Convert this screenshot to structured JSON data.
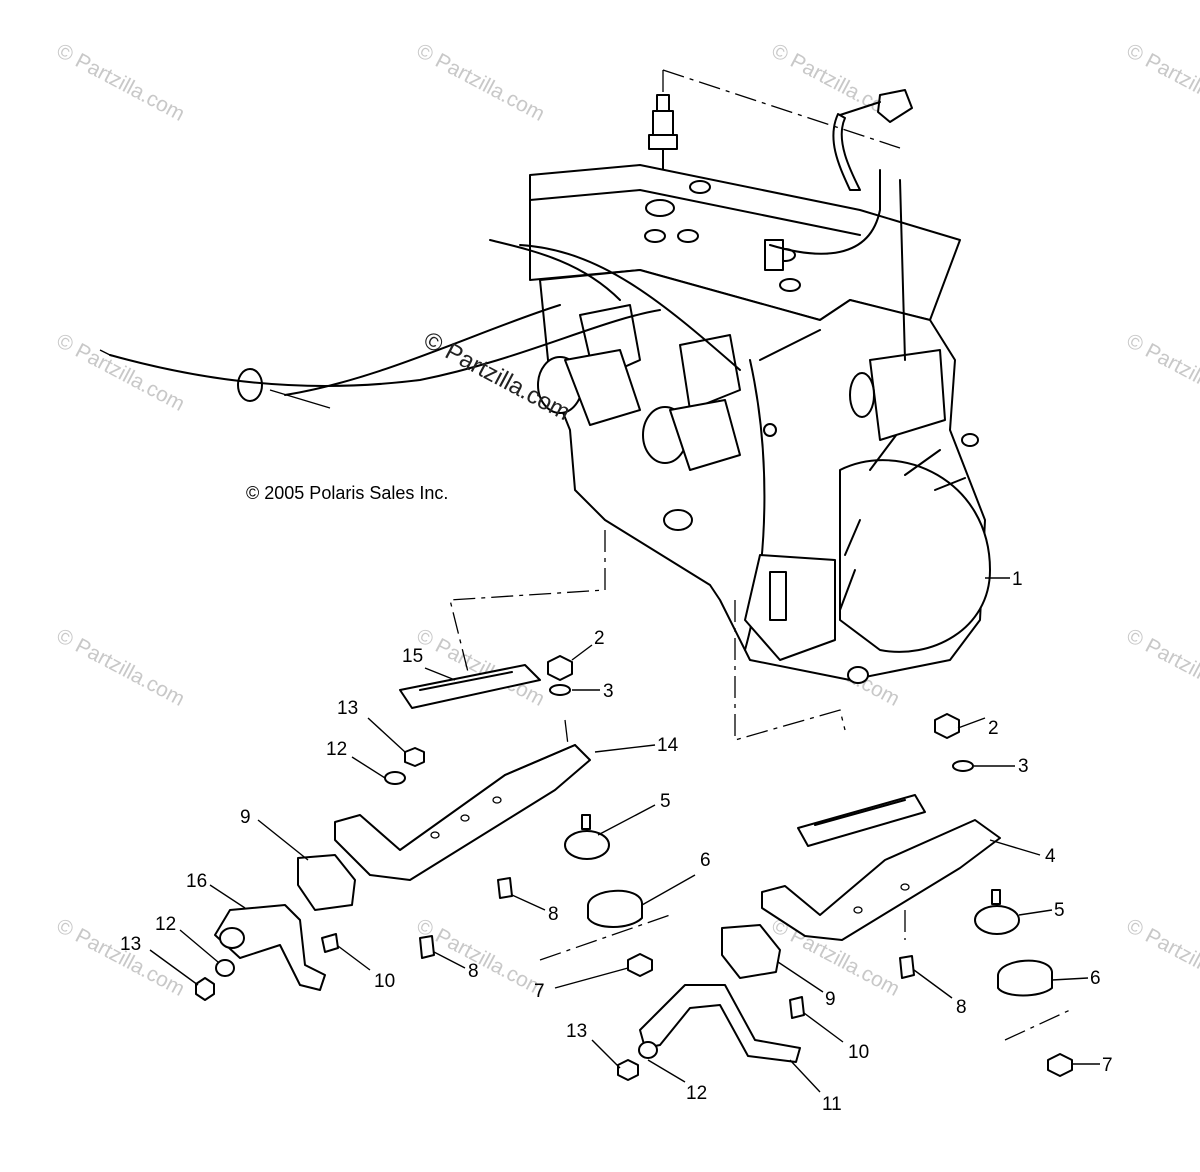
{
  "copyright": "© 2005 Polaris Sales Inc.",
  "watermark": "© Partzilla.com",
  "callouts": {
    "c1": "1",
    "c2a": "2",
    "c2b": "2",
    "c3a": "3",
    "c3b": "3",
    "c4": "4",
    "c5a": "5",
    "c5b": "5",
    "c6a": "6",
    "c6b": "6",
    "c7a": "7",
    "c7b": "7",
    "c8a": "8",
    "c8b": "8",
    "c8c": "8",
    "c9a": "9",
    "c9b": "9",
    "c10a": "10",
    "c10b": "10",
    "c11": "11",
    "c12a": "12",
    "c12b": "12",
    "c12c": "12",
    "c13a": "13",
    "c13b": "13",
    "c13c": "13",
    "c14": "14",
    "c15": "15",
    "c16": "16"
  }
}
